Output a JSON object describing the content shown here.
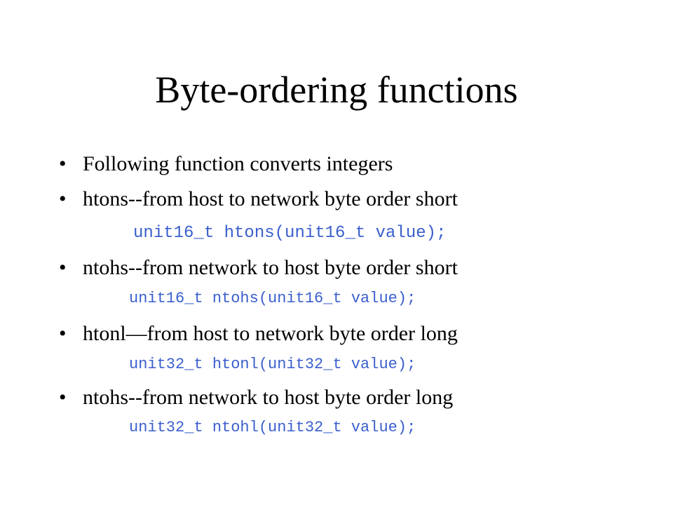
{
  "slide": {
    "title": "Byte-ordering functions",
    "bullet_glyph": "•",
    "bullets": [
      {
        "text": "Following function converts integers"
      },
      {
        "text": "htons--from host to network byte order short",
        "code": "unit16_t htons(unit16_t value);"
      },
      {
        "text": "ntohs--from network to host byte order short",
        "code": "unit16_t ntohs(unit16_t value);"
      },
      {
        "text": "htonl—from host to network byte order long",
        "code": "unit32_t htonl(unit32_t value);"
      },
      {
        "text": "ntohs--from network to host byte order long",
        "code": "unit32_t ntohl(unit32_t value);"
      }
    ],
    "colors": {
      "code": "#3a5fcd",
      "text": "#000000",
      "background": "#ffffff"
    }
  }
}
